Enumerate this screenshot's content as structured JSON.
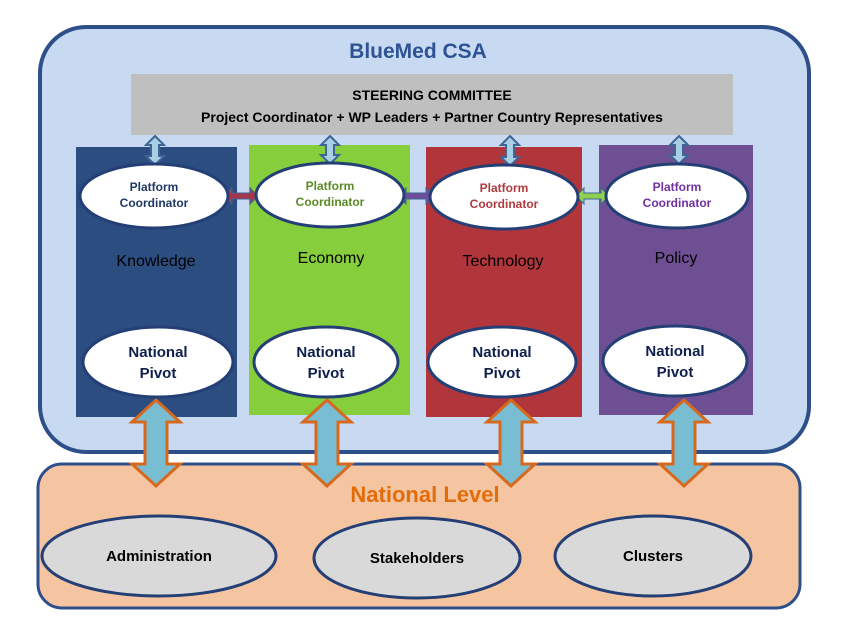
{
  "title": "BlueMed CSA",
  "steering": {
    "line1": "STEERING COMMITTEE",
    "line2": "Project Coordinator + WP Leaders + Partner Country Representatives"
  },
  "platforms": [
    {
      "name": "Knowledge",
      "coordinator_line1": "Platform",
      "coordinator_line2": "Coordinator",
      "pivot_line1": "National",
      "pivot_line2": "Pivot",
      "color": "#2b4d80",
      "coord_text_color": "#1f3864"
    },
    {
      "name": "Economy",
      "coordinator_line1": "Platform",
      "coordinator_line2": "Coordinator",
      "pivot_line1": "National",
      "pivot_line2": "Pivot",
      "color": "#86ce3b",
      "coord_text_color": "#5b8a24"
    },
    {
      "name": "Technology",
      "coordinator_line1": "Platform",
      "coordinator_line2": "Coordinator",
      "pivot_line1": "National",
      "pivot_line2": "Pivot",
      "color": "#b0363c",
      "coord_text_color": "#b03a3f"
    },
    {
      "name": "Policy",
      "coordinator_line1": "Platform",
      "coordinator_line2": "Coordinator",
      "pivot_line1": "National",
      "pivot_line2": "Pivot",
      "color": "#6f4f93",
      "coord_text_color": "#7030a0"
    }
  ],
  "national_level": {
    "title": "National Level",
    "items": [
      "Administration",
      "Stakeholders",
      "Clusters"
    ]
  },
  "colors": {
    "csa_bg": "#c7daf1",
    "csa_border": "#2d4f8a",
    "title": "#2e5395",
    "steering_bg": "#bfbfbf",
    "national_bg": "#f5c5a2",
    "national_border": "#2d4f8a",
    "national_title": "#e36c0a",
    "arrow_fill": "#a9cfe5",
    "arrow_stroke": "#3f6496",
    "big_arrow_fill": "#79bdd2",
    "big_arrow_stroke": "#d7691e",
    "ellipse_fill": "#ffffff",
    "ellipse_stroke": "#243f75",
    "gray_ellipse": "#d9d9d9"
  }
}
